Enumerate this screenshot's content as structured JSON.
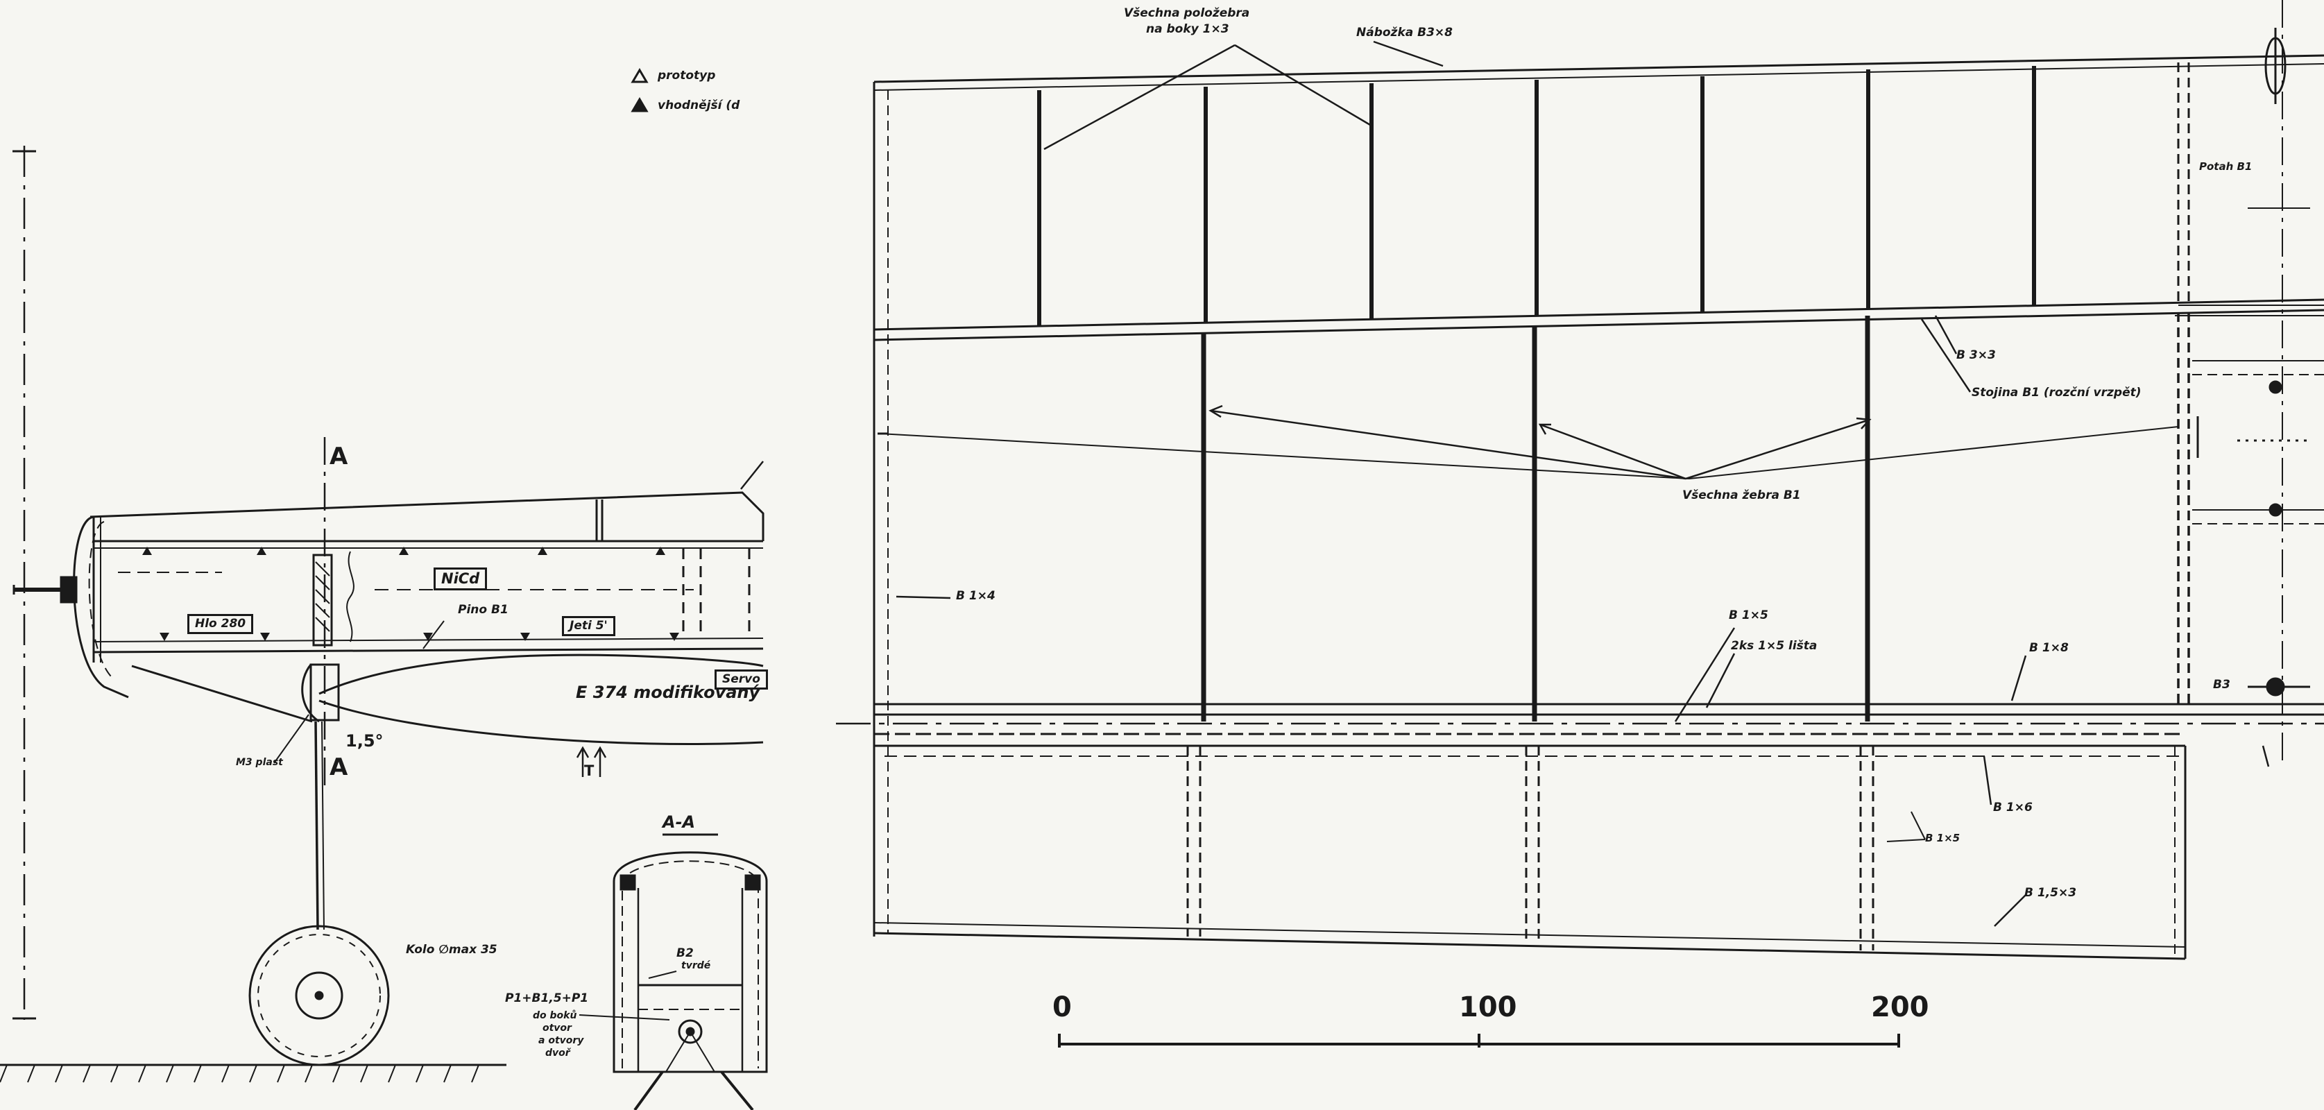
{
  "legend": {
    "prototype": "prototyp",
    "suitable": "vhodnější (d"
  },
  "section": {
    "cut_mark": "A",
    "cut_mark_lower": "A",
    "section_title": "A-A",
    "b2_label": "B2",
    "b2_sub": "tvrdé",
    "p_label": "P1+B1,5+P1",
    "p_note_1": "do boků",
    "p_note_2": "otvor",
    "p_note_3": "a otvory",
    "p_note_4": "dvoř"
  },
  "side_view": {
    "nicd_label": "NiCd",
    "motor_label": "Hlo 280",
    "pine_label": "Pino B1",
    "jet_label": "Jeti 5'",
    "servo_label": "Servo",
    "airfoil_label": "E 374 modifikovaný",
    "angle_label": "1,5°",
    "screw_label": "M3 plast",
    "cg_label": "T",
    "wheel_label": "Kolo ∅max 35"
  },
  "plan_view": {
    "half_ribs": "Všechna položebra",
    "half_ribs_2": "na boky 1×3",
    "spar_top": "Nábožka B3×8",
    "potah_label": "Potah B1",
    "b3x3_label": "B 3×3",
    "stojina_label": "Stojina B1 (rozční vrzpět)",
    "ribs_label": "Všechna žebra B1",
    "b1x4_label": "B 1×4",
    "b1x5_label": "B 1×5",
    "two_pcs_label": "2ks 1×5 lišta",
    "b1x8_label": "B 1×8",
    "b3_label": "B3",
    "b1x6_label": "B 1×6",
    "b1x5b_label": "B 1×5",
    "b15x3_label": "B 1,5×3"
  },
  "scale": {
    "tick_0": "0",
    "tick_100": "100",
    "tick_200": "200"
  }
}
